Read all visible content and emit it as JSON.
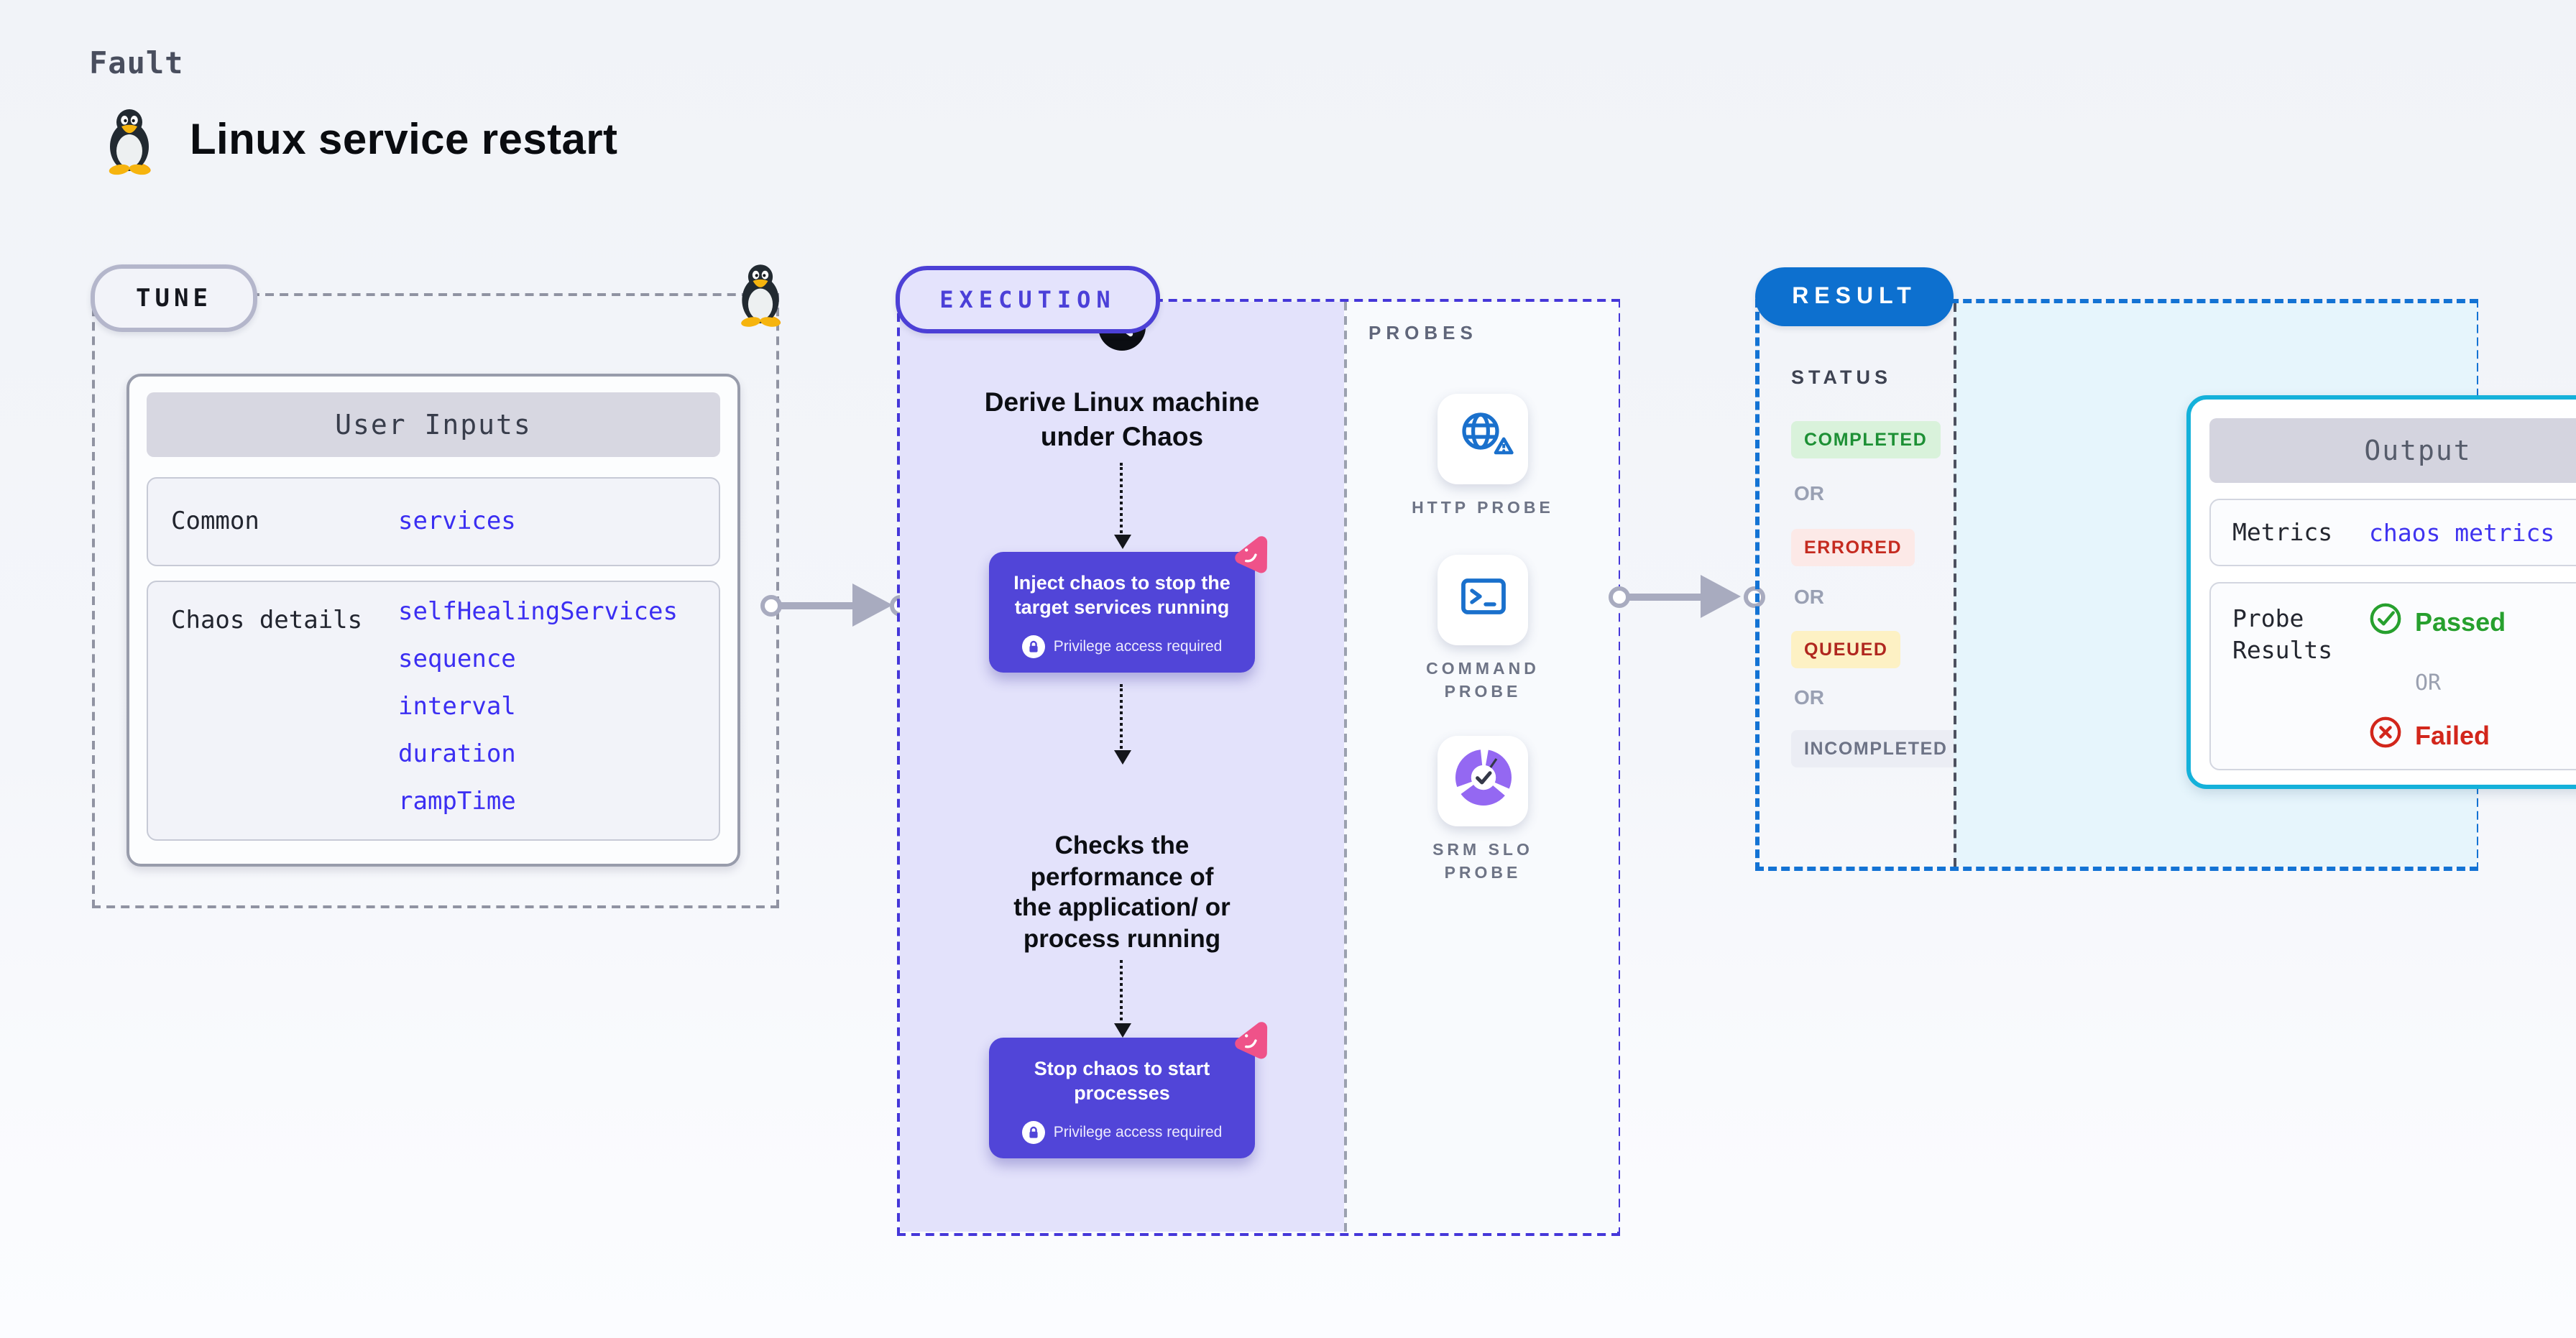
{
  "page": {
    "kicker": "Fault",
    "title": "Linux service restart"
  },
  "tune": {
    "badge": "TUNE",
    "table_header": "User Inputs",
    "rows": [
      {
        "label": "Common",
        "values": [
          "services"
        ]
      },
      {
        "label": "Chaos details",
        "values": [
          "selfHealingServices",
          "sequence",
          "interval",
          "duration",
          "rampTime"
        ]
      }
    ]
  },
  "execution": {
    "badge": "EXECUTION",
    "derive_text": "Derive Linux machine\nunder Chaos",
    "inject_title": "Inject chaos to stop the\ntarget services running",
    "privilege_note": "Privilege access required",
    "checks_text": "Checks the\nperformance of\nthe application/ or\nprocess running",
    "stop_title": "Stop chaos to start\nprocesses"
  },
  "probes": {
    "label": "PROBES",
    "items": [
      {
        "name": "HTTP PROBE",
        "icon": "globe-alert-icon"
      },
      {
        "name": "COMMAND\nPROBE",
        "icon": "terminal-icon"
      },
      {
        "name": "SRM SLO\nPROBE",
        "icon": "slo-donut-check-icon"
      }
    ]
  },
  "result": {
    "badge": "RESULT",
    "status": {
      "label": "STATUS",
      "completed": "COMPLETED",
      "or": "OR",
      "errored": "ERRORED",
      "queued": "QUEUED",
      "incompleted": "INCOMPLETED"
    },
    "output": {
      "header": "Output",
      "metrics_label": "Metrics",
      "metrics_value": "chaos metrics",
      "probe_results_label": "Probe\nResults",
      "passed": "Passed",
      "or": "OR",
      "failed": "Failed"
    }
  },
  "colors": {
    "accent_indigo": "#5145d8",
    "execution_border": "#4537d9",
    "result_blue": "#0d70cf",
    "output_border_cyan": "#14b1da",
    "link_blue": "#3b2ef2",
    "success_green": "#27a02e",
    "error_red": "#d2261b",
    "queued_bg": "#fdf1c4",
    "pink_logo": "#ef5289",
    "probe_icon_blue": "#1a70cc",
    "srm_purple": "#9468f2"
  }
}
